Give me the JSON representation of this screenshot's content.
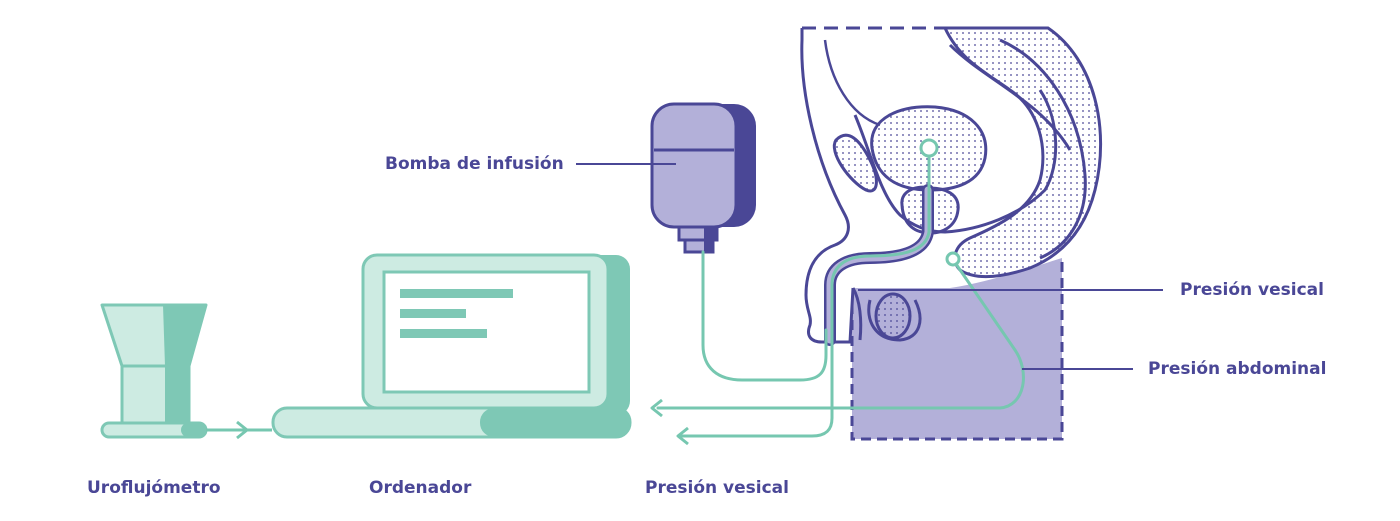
{
  "labels": {
    "bomba": "Bomba de infusión",
    "presion_vesical_right": "Presión vesical",
    "presion_abdominal": "Presión abdominal",
    "uroflujometro": "Uroflujómetro",
    "ordenador": "Ordenador",
    "presion_vesical_bottom": "Presión vesical"
  },
  "colors": {
    "purple_dark": "#4a4796",
    "purple_fill": "#b3b0d9",
    "mint": "#7ec8b5",
    "mint_light": "#cdebe2",
    "mint_line": "#76c7b0",
    "label_text": "#4a4796"
  }
}
